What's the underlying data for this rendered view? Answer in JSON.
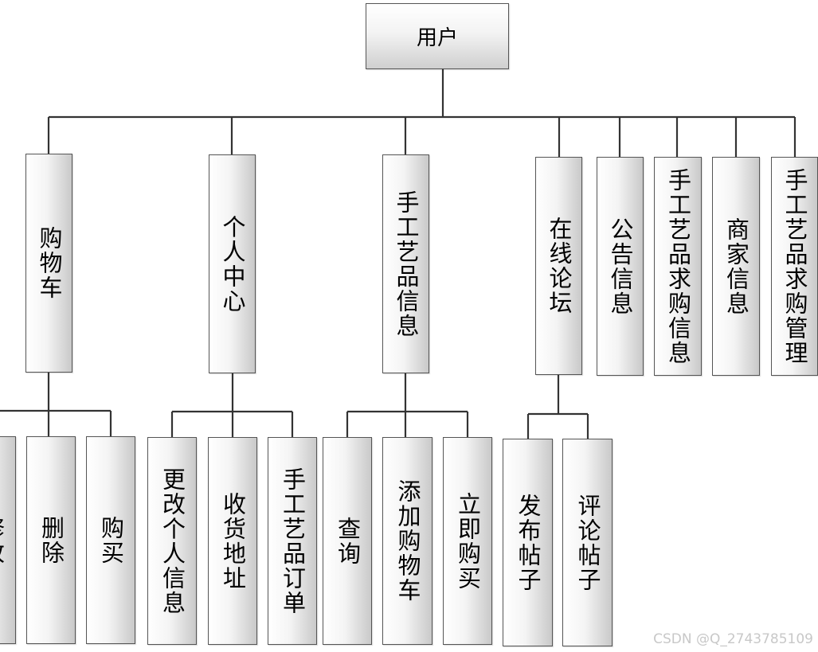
{
  "root": {
    "label": "用户"
  },
  "modules": [
    {
      "label": "购物车"
    },
    {
      "label": "个人中心"
    },
    {
      "label": "手工艺品信息"
    },
    {
      "label": "在线论坛"
    },
    {
      "label": "公告信息"
    },
    {
      "label": "手工艺品求购信息"
    },
    {
      "label": "商家信息"
    },
    {
      "label": "手工艺品求购管理"
    }
  ],
  "functions": {
    "cart": [
      "修改",
      "删除",
      "购买"
    ],
    "personal": [
      "更改个人信息",
      "收货地址",
      "手工艺品订单"
    ],
    "crafts": [
      "查询",
      "添加购物车",
      "立即购买"
    ],
    "forum": [
      "发布帖子",
      "评论帖子"
    ]
  },
  "watermark": "CSDN @Q_2743785109"
}
